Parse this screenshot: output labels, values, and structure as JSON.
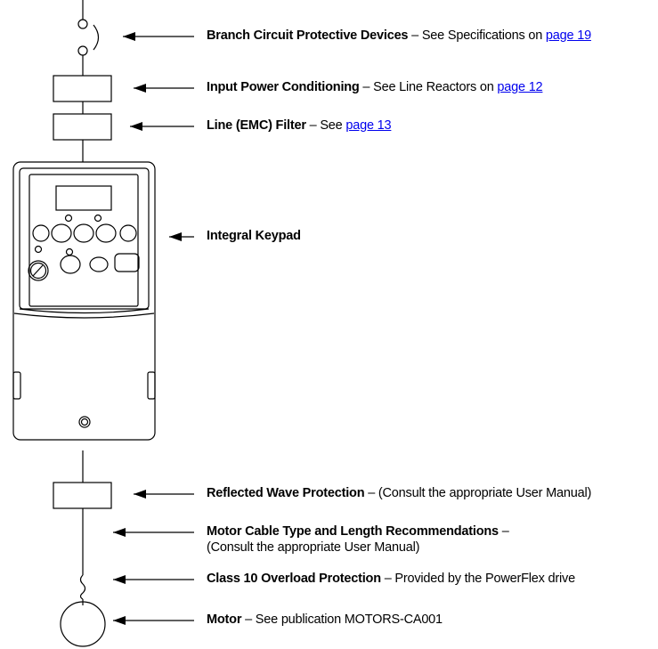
{
  "labels": {
    "branch": {
      "title": "Branch Circuit Protective Devices",
      "text": " – See Specifications on ",
      "link": "page 19"
    },
    "input_power": {
      "title": "Input Power Conditioning",
      "text": " – See Line Reactors on ",
      "link": "page 12"
    },
    "line_filter": {
      "title": "Line (EMC) Filter",
      "text": " – See ",
      "link": "page 13"
    },
    "keypad": {
      "title": "Integral Keypad"
    },
    "reflected": {
      "title": "Reflected Wave Protection",
      "text": " – (Consult the appropriate User Manual)"
    },
    "motor_cable": {
      "title": "Motor Cable Type and Length Recommendations",
      "text": " –",
      "line2": "(Consult the appropriate User Manual)"
    },
    "overload": {
      "title": "Class 10 Overload Protection",
      "text": " – Provided by the PowerFlex drive"
    },
    "motor": {
      "title": "Motor",
      "text": " – See publication MOTORS-CA001"
    }
  }
}
